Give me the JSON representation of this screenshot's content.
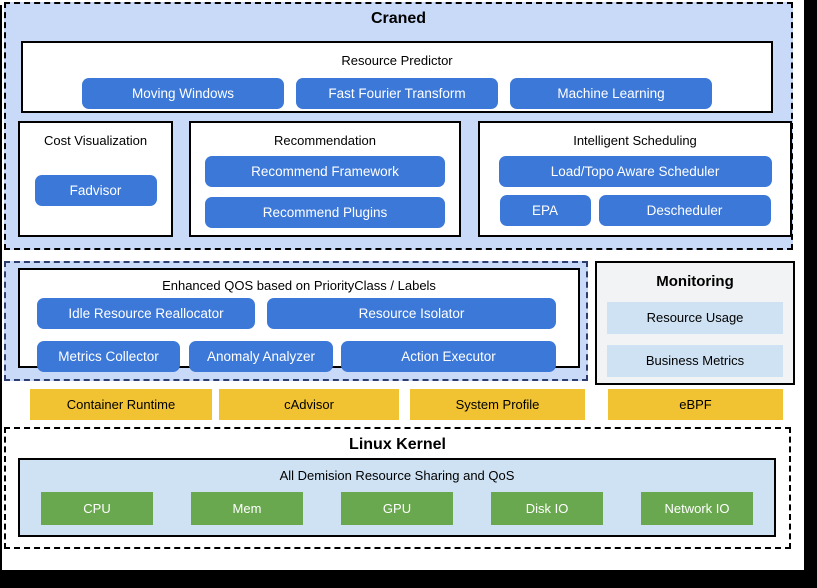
{
  "craned": {
    "title": "Craned",
    "resource_predictor": {
      "title": "Resource Predictor",
      "items": [
        "Moving Windows",
        "Fast Fourier Transform",
        "Machine Learning"
      ]
    },
    "cost_visualization": {
      "title": "Cost Visualization",
      "items": [
        "Fadvisor"
      ]
    },
    "recommendation": {
      "title": "Recommendation",
      "items": [
        "Recommend Framework",
        "Recommend Plugins"
      ]
    },
    "intelligent_scheduling": {
      "title": "Intelligent Scheduling",
      "items": [
        "Load/Topo Aware Scheduler",
        "EPA",
        "Descheduler"
      ]
    }
  },
  "qos": {
    "title": "Enhanced QOS based on PriorityClass / Labels",
    "row1": [
      "Idle Resource Reallocator",
      "Resource Isolator"
    ],
    "row2": [
      "Metrics Collector",
      "Anomaly Analyzer",
      "Action Executor"
    ]
  },
  "monitoring": {
    "title": "Monitoring",
    "items": [
      "Resource Usage",
      "Business Metrics"
    ]
  },
  "node_agents": [
    "Container Runtime",
    "cAdvisor",
    "System Profile",
    "eBPF"
  ],
  "kernel": {
    "title": "Linux Kernel",
    "subtitle": "All Demision Resource Sharing and QoS",
    "items": [
      "CPU",
      "Mem",
      "GPU",
      "Disk IO",
      "Network IO"
    ]
  },
  "colors": {
    "section_bg": "#c9daf8",
    "module_blue": "#3c78d8",
    "agent_yellow": "#f1c232",
    "kernel_green": "#6aa84f",
    "pale_blue": "#cfe2f3",
    "monitoring_bg": "#f1f3f4",
    "qos_dash_border": "#2d3e6e",
    "outer_dash_border": "#000000"
  }
}
